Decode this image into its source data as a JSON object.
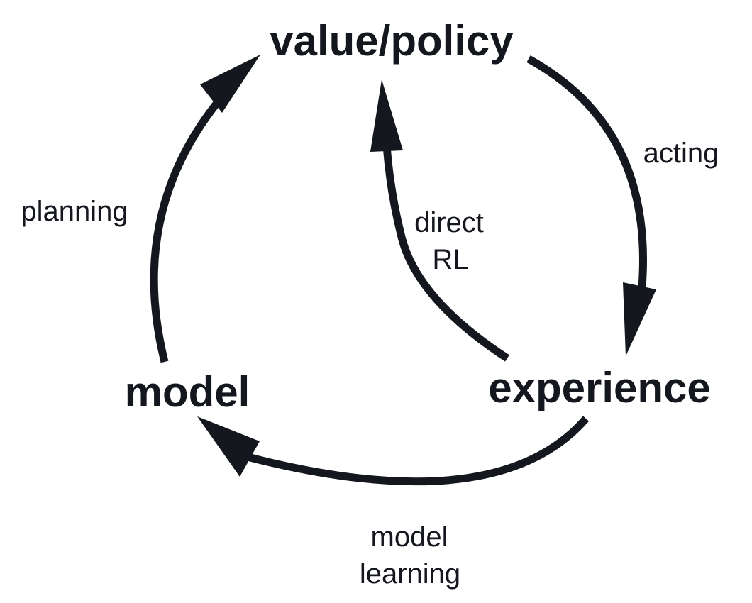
{
  "nodes": {
    "value_policy": "value/policy",
    "model": "model",
    "experience": "experience"
  },
  "edges": {
    "acting": "acting",
    "direct_rl": [
      "direct",
      "RL"
    ],
    "planning": "planning",
    "model_learning": [
      "model",
      "learning"
    ]
  },
  "colors": {
    "ink": "#15171f",
    "background": "#ffffff"
  }
}
